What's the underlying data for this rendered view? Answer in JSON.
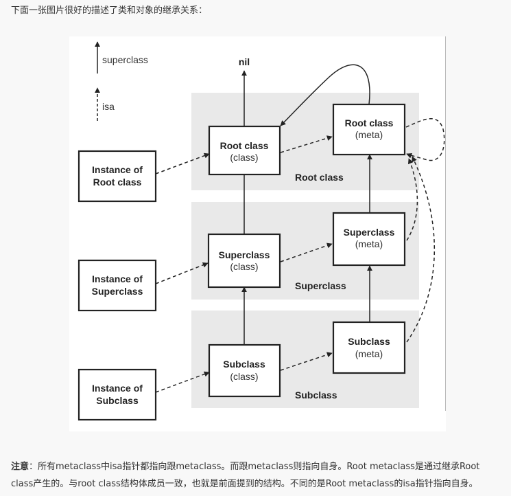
{
  "intro": "下面一张图片很好的描述了类和对象的继承关系：",
  "legend": {
    "superclass": "superclass",
    "isa": "isa"
  },
  "nil_label": "nil",
  "rows": {
    "root": "Root class",
    "super": "Superclass",
    "sub": "Subclass"
  },
  "boxes": {
    "instance_root": {
      "line1": "Instance of",
      "line2": "Root class"
    },
    "instance_super": {
      "line1": "Instance of",
      "line2": "Superclass"
    },
    "instance_sub": {
      "line1": "Instance of",
      "line2": "Subclass"
    },
    "root_class": {
      "line1": "Root class",
      "line2": "(class)"
    },
    "super_class": {
      "line1": "Superclass",
      "line2": "(class)"
    },
    "sub_class": {
      "line1": "Subclass",
      "line2": "(class)"
    },
    "root_meta": {
      "line1": "Root class",
      "line2": "(meta)"
    },
    "super_meta": {
      "line1": "Superclass",
      "line2": "(meta)"
    },
    "sub_meta": {
      "line1": "Subclass",
      "line2": "(meta)"
    }
  },
  "note": {
    "label": "注意",
    "text": "：所有metaclass中isa指针都指向跟metaclass。而跟metaclass则指向自身。Root metaclass是通过继承Root class产生的。与root class结构体成员一致，也就是前面提到的结构。不同的是Root metaclass的isa指针指向自身。"
  }
}
